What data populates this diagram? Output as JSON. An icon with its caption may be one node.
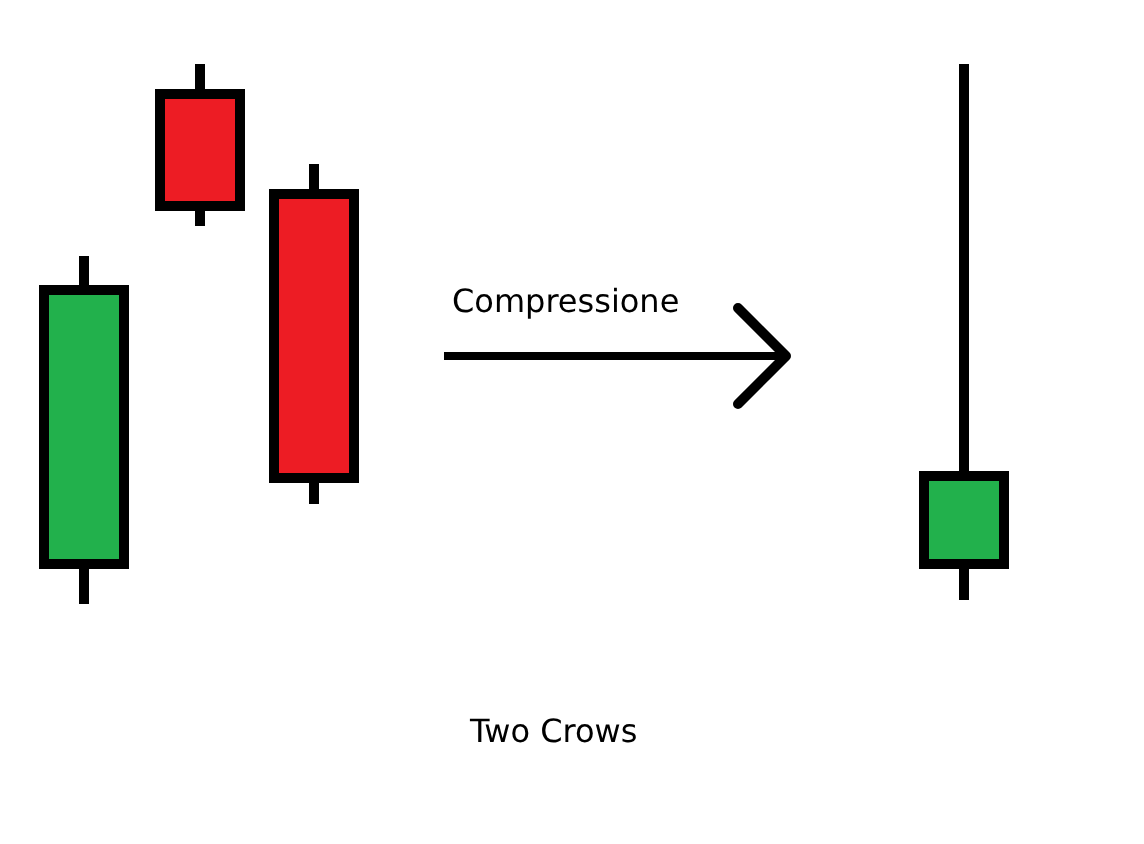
{
  "diagram": {
    "nodes": [
      {
        "text": [],
        "shape": "picture"
      },
      {
        "text": [],
        "shape": "picture"
      }
    ],
    "edges": [
      {
        "from": 0,
        "to": 1,
        "arrow": "to",
        "label": "Compressione"
      }
    ],
    "labels": [
      "Two Crows"
    ]
  }
}
